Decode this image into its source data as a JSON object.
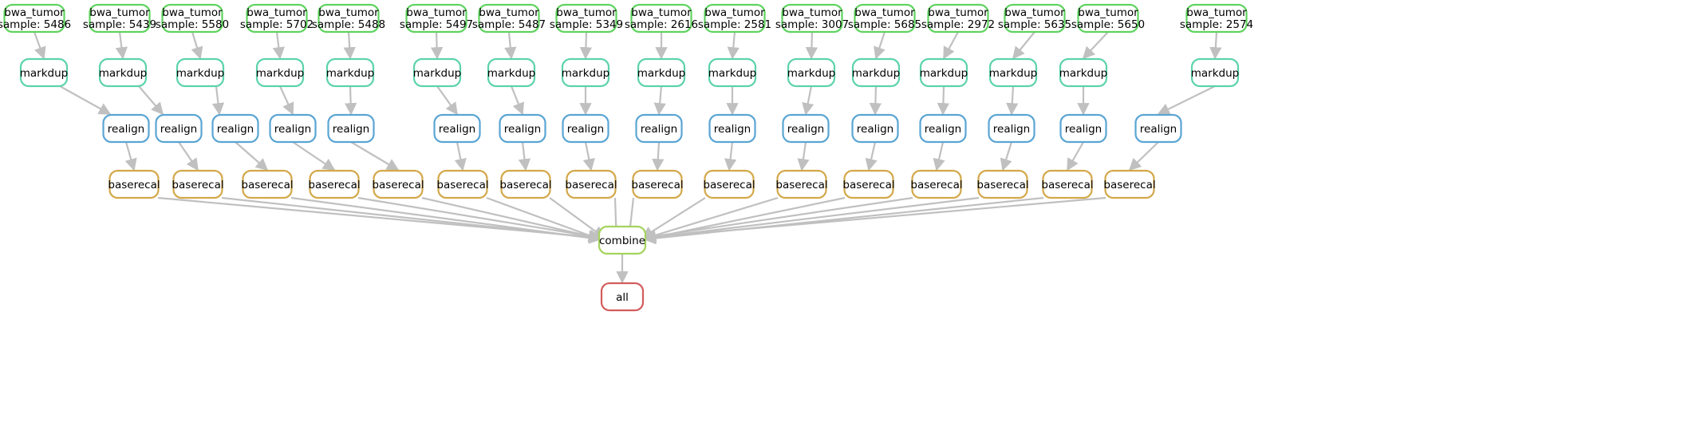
{
  "colors": {
    "bwa_tumor": "#5fd35f",
    "markdup": "#5cd3ac",
    "realign": "#5aa5d3",
    "baserecal": "#d3a84a",
    "combine": "#a5d35c",
    "all": "#d35c5c",
    "edge": "#c0c0c0"
  },
  "samples": [
    {
      "rule": "bwa_tumor",
      "sample": "sample: 5486",
      "markdup": "markdup",
      "realign": "realign",
      "baserecal": "baserecal"
    },
    {
      "rule": "bwa_tumor",
      "sample": "sample: 5439",
      "markdup": "markdup",
      "realign": "realign",
      "baserecal": "baserecal"
    },
    {
      "rule": "bwa_tumor",
      "sample": "sample: 5580",
      "markdup": "markdup",
      "realign": "realign",
      "baserecal": "baserecal"
    },
    {
      "rule": "bwa_tumor",
      "sample": "sample: 5702",
      "markdup": "markdup",
      "realign": "realign",
      "baserecal": "baserecal"
    },
    {
      "rule": "bwa_tumor",
      "sample": "sample: 5488",
      "markdup": "markdup",
      "realign": "realign",
      "baserecal": "baserecal"
    },
    {
      "rule": "bwa_tumor",
      "sample": "sample: 5497",
      "markdup": "markdup",
      "realign": "realign",
      "baserecal": "baserecal"
    },
    {
      "rule": "bwa_tumor",
      "sample": "sample: 5487",
      "markdup": "markdup",
      "realign": "realign",
      "baserecal": "baserecal"
    },
    {
      "rule": "bwa_tumor",
      "sample": "sample: 5349",
      "markdup": "markdup",
      "realign": "realign",
      "baserecal": "baserecal"
    },
    {
      "rule": "bwa_tumor",
      "sample": "sample: 2616",
      "markdup": "markdup",
      "realign": "realign",
      "baserecal": "baserecal"
    },
    {
      "rule": "bwa_tumor",
      "sample": "sample: 2581",
      "markdup": "markdup",
      "realign": "realign",
      "baserecal": "baserecal"
    },
    {
      "rule": "bwa_tumor",
      "sample": "sample: 3007",
      "markdup": "markdup",
      "realign": "realign",
      "baserecal": "baserecal"
    },
    {
      "rule": "bwa_tumor",
      "sample": "sample: 5685",
      "markdup": "markdup",
      "realign": "realign",
      "baserecal": "baserecal"
    },
    {
      "rule": "bwa_tumor",
      "sample": "sample: 2972",
      "markdup": "markdup",
      "realign": "realign",
      "baserecal": "baserecal"
    },
    {
      "rule": "bwa_tumor",
      "sample": "sample: 5635",
      "markdup": "markdup",
      "realign": "realign",
      "baserecal": "baserecal"
    },
    {
      "rule": "bwa_tumor",
      "sample": "sample: 5650",
      "markdup": "markdup",
      "realign": "realign",
      "baserecal": "baserecal"
    },
    {
      "rule": "bwa_tumor",
      "sample": "sample: 2574",
      "markdup": "markdup",
      "realign": "realign",
      "baserecal": "baserecal"
    }
  ],
  "combine": {
    "label": "combine"
  },
  "all": {
    "label": "all"
  }
}
